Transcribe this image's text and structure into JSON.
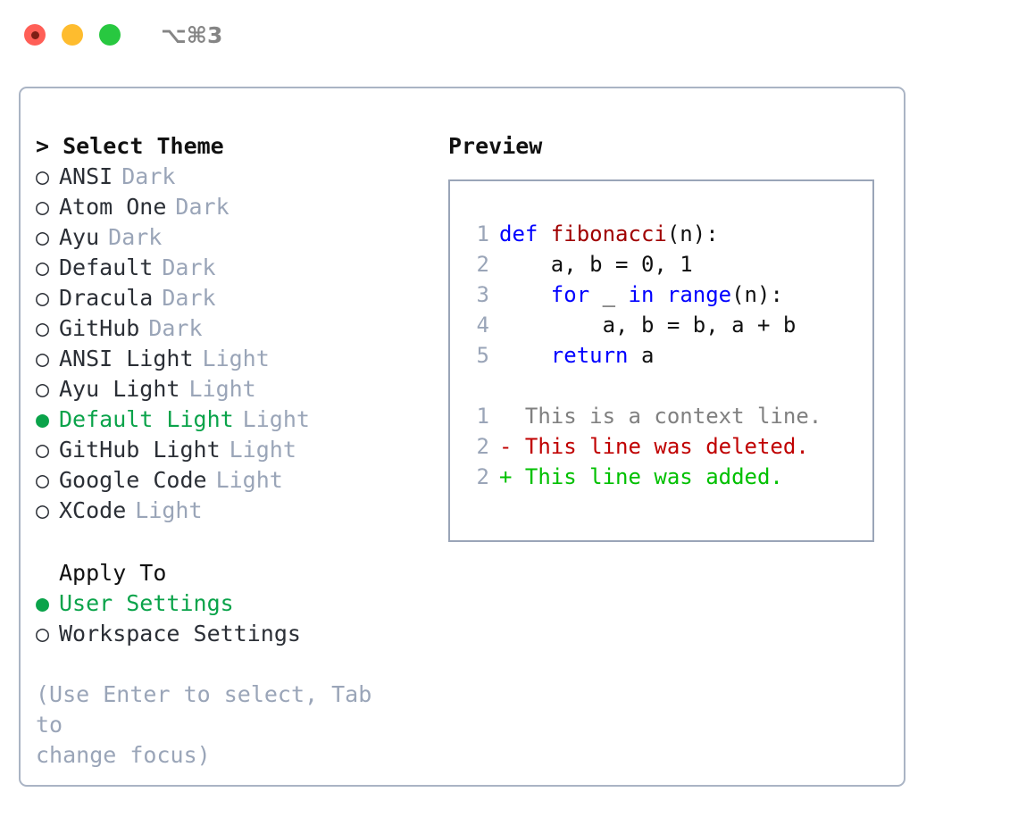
{
  "window": {
    "shortcut": "⌥⌘3",
    "traffic_lights": [
      {
        "name": "close",
        "color": "#ff5f57"
      },
      {
        "name": "minimize",
        "color": "#febc2e"
      },
      {
        "name": "maximize",
        "color": "#28c840"
      }
    ]
  },
  "theme_picker": {
    "header": "> Select Theme",
    "selected_theme": "Default Light",
    "options": [
      {
        "marker": "○",
        "label": "ANSI",
        "suffix": "Dark",
        "selected": false
      },
      {
        "marker": "○",
        "label": "Atom One",
        "suffix": "Dark",
        "selected": false
      },
      {
        "marker": "○",
        "label": "Ayu",
        "suffix": "Dark",
        "selected": false
      },
      {
        "marker": "○",
        "label": "Default",
        "suffix": "Dark",
        "selected": false
      },
      {
        "marker": "○",
        "label": "Dracula",
        "suffix": "Dark",
        "selected": false
      },
      {
        "marker": "○",
        "label": "GitHub",
        "suffix": "Dark",
        "selected": false
      },
      {
        "marker": "○",
        "label": "ANSI Light",
        "suffix": "Light",
        "selected": false
      },
      {
        "marker": "○",
        "label": "Ayu Light",
        "suffix": "Light",
        "selected": false
      },
      {
        "marker": "●",
        "label": "Default Light",
        "suffix": "Light",
        "selected": true
      },
      {
        "marker": "○",
        "label": "GitHub Light",
        "suffix": "Light",
        "selected": false
      },
      {
        "marker": "○",
        "label": "Google Code",
        "suffix": "Light",
        "selected": false
      },
      {
        "marker": "○",
        "label": "XCode",
        "suffix": "Light",
        "selected": false
      }
    ]
  },
  "apply_to": {
    "header": "Apply To",
    "selected": "User Settings",
    "options": [
      {
        "marker": "●",
        "label": "User Settings",
        "selected": true
      },
      {
        "marker": "○",
        "label": "Workspace Settings",
        "selected": false
      }
    ]
  },
  "hint": "(Use Enter to select, Tab to\nchange focus)",
  "preview": {
    "title": "Preview",
    "code_lines": [
      {
        "number": "1",
        "tokens": [
          {
            "t": "def ",
            "c": "kw"
          },
          {
            "t": "fibonacci",
            "c": "fn"
          },
          {
            "t": "(n):",
            "c": "plain"
          }
        ]
      },
      {
        "number": "2",
        "tokens": [
          {
            "t": "    a, b = 0, 1",
            "c": "plain"
          }
        ]
      },
      {
        "number": "3",
        "tokens": [
          {
            "t": "    ",
            "c": "plain"
          },
          {
            "t": "for",
            "c": "kw"
          },
          {
            "t": " _ ",
            "c": "plain"
          },
          {
            "t": "in range",
            "c": "kw"
          },
          {
            "t": "(n):",
            "c": "plain"
          }
        ]
      },
      {
        "number": "4",
        "tokens": [
          {
            "t": "        a, b = b, a + b",
            "c": "plain"
          }
        ]
      },
      {
        "number": "5",
        "tokens": [
          {
            "t": "    ",
            "c": "plain"
          },
          {
            "t": "return",
            "c": "kw"
          },
          {
            "t": " a",
            "c": "plain"
          }
        ]
      }
    ],
    "diff_lines": [
      {
        "number": "1",
        "text": "  This is a context line.",
        "kind": "ctx"
      },
      {
        "number": "2",
        "text": "- This line was deleted.",
        "kind": "del"
      },
      {
        "number": "2",
        "text": "+ This line was added.",
        "kind": "add"
      }
    ]
  },
  "colors": {
    "accent_green": "#0aa34a",
    "muted": "#9aa5b8",
    "keyword_blue": "#0000ff",
    "function_red": "#a00000",
    "diff_delete": "#c00000",
    "diff_add": "#00c000",
    "border": "#aab4c4"
  }
}
